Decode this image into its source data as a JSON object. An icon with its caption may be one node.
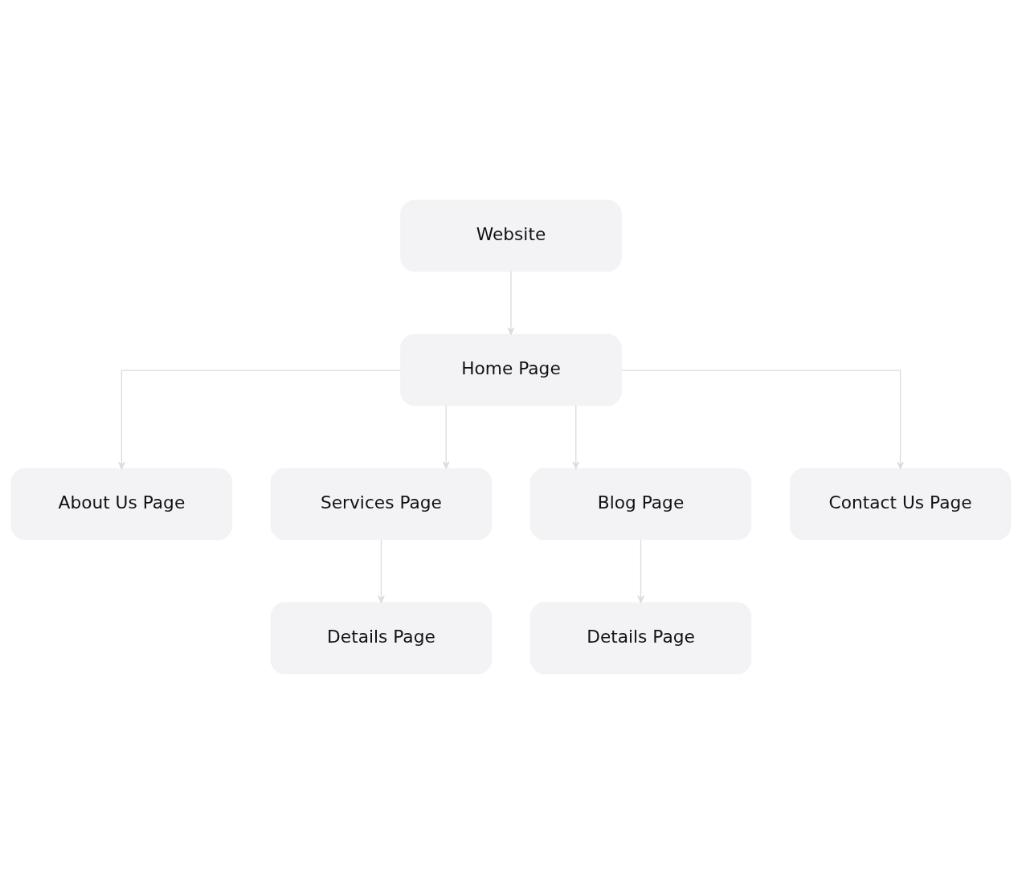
{
  "diagram": {
    "nodes": [
      {
        "text": [
          "Website"
        ]
      },
      {
        "text": [
          "Home Page"
        ]
      },
      {
        "text": [
          "About Us Page"
        ]
      },
      {
        "text": [
          "Services Page"
        ]
      },
      {
        "text": [
          "Blog Page"
        ]
      },
      {
        "text": [
          "Contact Us Page"
        ]
      },
      {
        "text": [
          "Details Page"
        ]
      },
      {
        "text": [
          "Details Page"
        ]
      }
    ],
    "edges": [
      {
        "from": 0,
        "to": 1,
        "arrow": "to"
      },
      {
        "from": 1,
        "to": 2,
        "arrow": "to"
      },
      {
        "from": 1,
        "to": 3,
        "arrow": "to"
      },
      {
        "from": 1,
        "to": 4,
        "arrow": "to"
      },
      {
        "from": 1,
        "to": 5,
        "arrow": "to"
      },
      {
        "from": 3,
        "to": 6,
        "arrow": "to"
      },
      {
        "from": 4,
        "to": 7,
        "arrow": "to"
      }
    ]
  }
}
